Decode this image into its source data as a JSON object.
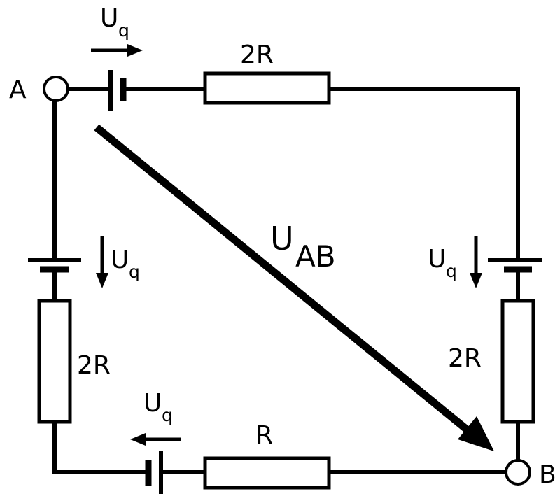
{
  "nodes": {
    "a": "A",
    "b": "B"
  },
  "resistors": {
    "top": "2R",
    "left": "2R",
    "right": "2R",
    "bottom": "R"
  },
  "sources": {
    "main": "U",
    "sub": "q"
  },
  "voltage_ab": {
    "main": "U",
    "sub": "AB"
  }
}
